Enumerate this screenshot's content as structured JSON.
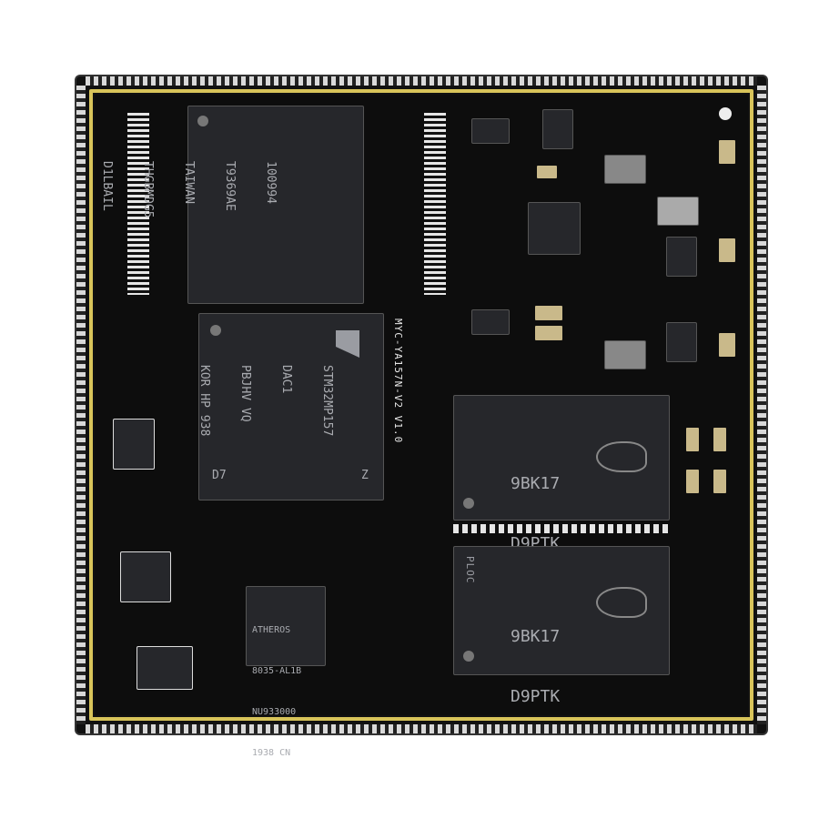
{
  "photo": {
    "subject": "System-on-module PCB",
    "background": "#ffffff",
    "board_color": "#111111",
    "outline_color": "#d8c45a"
  },
  "silkscreen": {
    "board_label": "MYC-YA157N-V2 V1.0",
    "ploc": "PLOC"
  },
  "chips": {
    "emmc": {
      "lines": [
        "100994",
        "T9369AE",
        "TAIWAN",
        "THGBMDG5",
        "D1LBAIL"
      ]
    },
    "soc": {
      "lines": [
        "STM32MP157",
        "DAC1",
        "PBJHV VQ",
        "KOR HP 938",
        "D7",
        "Z"
      ]
    },
    "ethernet_phy": {
      "lines": [
        "ATHEROS",
        "8035-AL1B",
        "NU933000",
        "1938 CN"
      ]
    },
    "ddr_top": {
      "lines": [
        "9BK17",
        "D9PTK"
      ]
    },
    "ddr_bottom": {
      "lines": [
        "9BK17",
        "D9PTK"
      ]
    }
  }
}
